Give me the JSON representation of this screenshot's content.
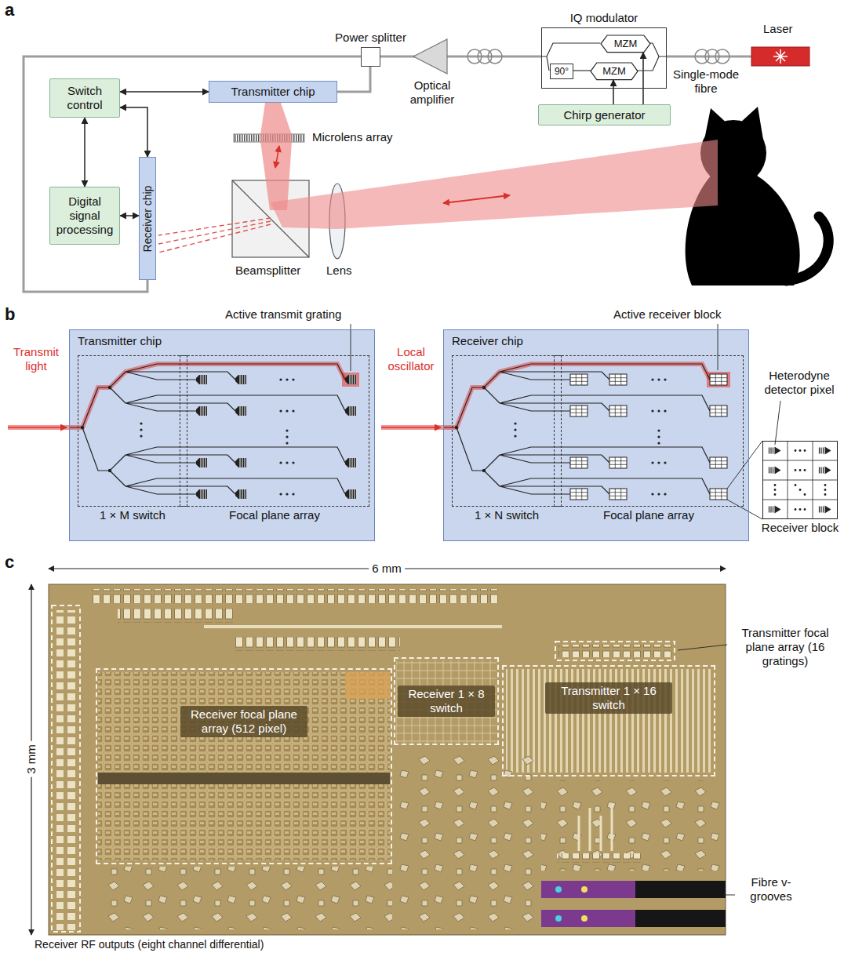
{
  "diagram": {
    "nodes": [
      {
        "text": [
          "Switch control"
        ]
      },
      {
        "text": [
          "Transmitter chip"
        ]
      },
      {
        "text": [
          "Digital signal processing"
        ]
      },
      {
        "text": [
          "Receiver chip"
        ]
      },
      {
        "text": [
          "Power splitter"
        ]
      },
      {
        "text": [
          "IQ modulator"
        ]
      },
      {
        "text": [
          "MZM"
        ],
        "in": 5
      },
      {
        "text": [
          "90°"
        ],
        "in": 5
      },
      {
        "text": [
          "MZM"
        ],
        "in": 5
      },
      {
        "text": [
          "Chirp generator"
        ]
      },
      {
        "text": [
          "Transmitter chip"
        ]
      },
      {
        "text": [
          "1 × M switch"
        ],
        "in": 10
      },
      {
        "text": [
          "Focal plane array"
        ],
        "in": 10
      },
      {
        "text": [
          "Receiver chip"
        ]
      },
      {
        "text": [
          "1 × N switch"
        ],
        "in": 13
      },
      {
        "text": [
          "Focal plane array"
        ],
        "in": 13
      },
      {
        "text": [
          "Receiver block"
        ]
      },
      {
        "text": [
          "Receiver focal plane array (512 pixel)"
        ]
      },
      {
        "text": [
          "Receiver 1 × 8 switch"
        ]
      },
      {
        "text": [
          "Transmitter 1 × 16 switch"
        ]
      }
    ],
    "edges": [
      {
        "from": 1,
        "to": 0,
        "arrow": "both"
      },
      {
        "from": 0,
        "to": 3,
        "arrow": "both"
      },
      {
        "from": 0,
        "to": 2,
        "arrow": "both"
      },
      {
        "from": 2,
        "to": 3,
        "arrow": "both"
      },
      {
        "from": 4,
        "to": 1,
        "arrow": "none"
      },
      {
        "from": 4,
        "to": 3,
        "arrow": "none"
      },
      {
        "from": 5,
        "to": 4,
        "arrow": "none"
      },
      {
        "from": 9,
        "to": 6,
        "arrow": "to"
      },
      {
        "from": 9,
        "to": 8,
        "arrow": "to"
      },
      {
        "from": 7,
        "to": 8,
        "arrow": "none"
      }
    ],
    "labels": [
      "a",
      "Microlens array",
      "Optical amplifier",
      "Single-mode fibre",
      "Laser",
      "Beamsplitter",
      "Lens",
      "b",
      "Active transmit grating",
      "Transmit light",
      "Local oscillator",
      "Active receiver block",
      "Heterodyne detector pixel",
      "c",
      "6 mm",
      "3 mm",
      "Transmitter focal plane array (16 gratings)",
      "Fibre v-grooves",
      "Receiver RF outputs (eight channel differential)"
    ]
  }
}
